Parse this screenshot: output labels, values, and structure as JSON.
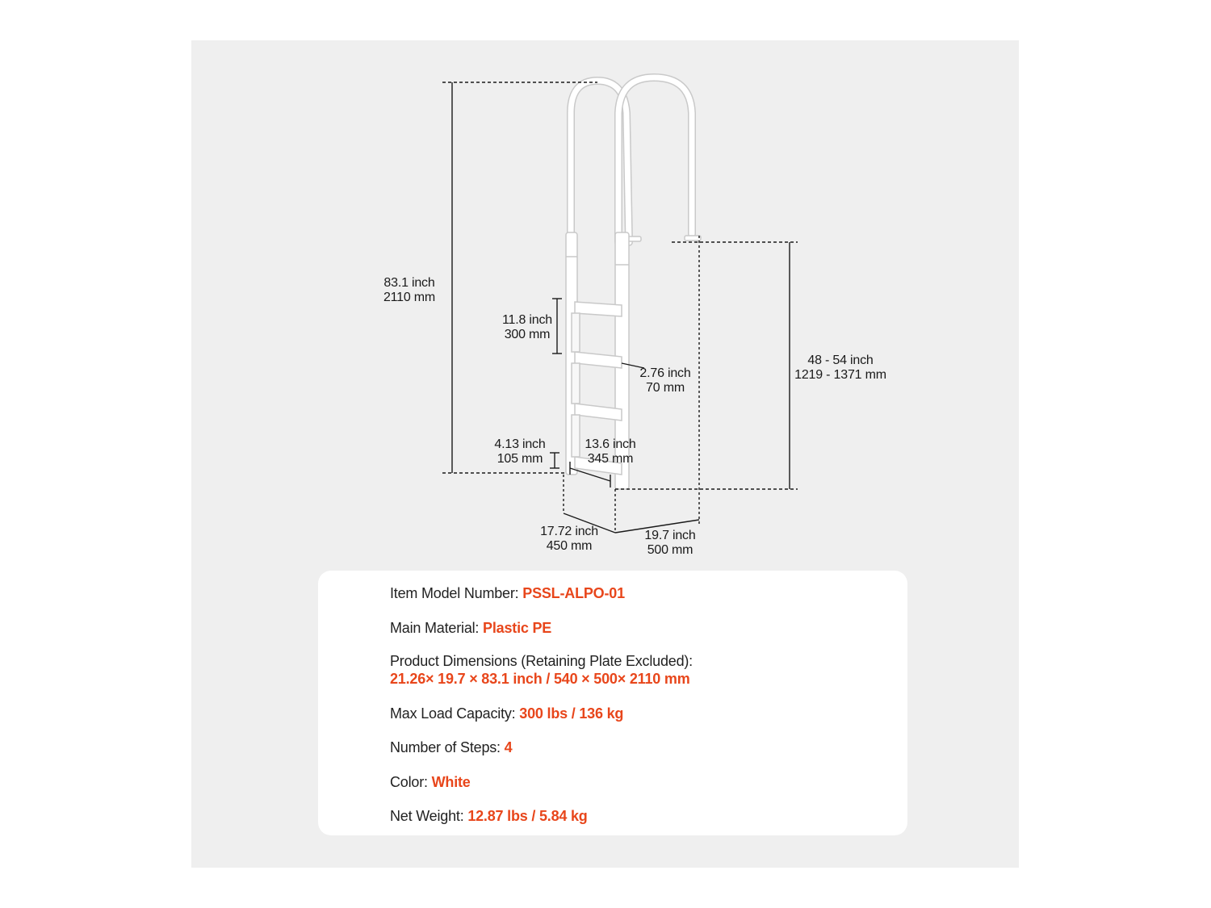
{
  "colors": {
    "background": "#efefef",
    "card": "#ffffff",
    "accent": "#e8461b",
    "text": "#222222",
    "dimension_line": "#1a1a1a",
    "ladder": "#ffffff"
  },
  "dimensions": {
    "total_height": {
      "imperial": "83.1 inch",
      "metric": "2110 mm"
    },
    "step_spacing": {
      "imperial": "11.8 inch",
      "metric": "300 mm"
    },
    "step_depth": {
      "imperial": "2.76 inch",
      "metric": "70 mm"
    },
    "bottom_gap": {
      "imperial": "4.13 inch",
      "metric": "105 mm"
    },
    "step_width": {
      "imperial": "13.6 inch",
      "metric": "345 mm"
    },
    "water_depth": {
      "imperial": "48 - 54 inch",
      "metric": "1219 - 1371 mm"
    },
    "base_width": {
      "imperial": "17.72 inch",
      "metric": "450 mm"
    },
    "base_depth": {
      "imperial": "19.7 inch",
      "metric": "500 mm"
    }
  },
  "specs": {
    "model": {
      "label": "Item Model Number: ",
      "value": "PSSL-ALPO-01"
    },
    "material": {
      "label": "Main Material: ",
      "value": "Plastic PE"
    },
    "dimensions": {
      "label": "Product Dimensions (Retaining Plate Excluded):",
      "value": "21.26× 19.7 × 83.1 inch / 540 × 500× 2110 mm"
    },
    "load": {
      "label": "Max Load Capacity: ",
      "value": "300 lbs / 136 kg"
    },
    "steps": {
      "label": "Number of Steps: ",
      "value": "4"
    },
    "color": {
      "label": "Color: ",
      "value": "White"
    },
    "weight": {
      "label": "Net Weight: ",
      "value": "12.87 lbs / 5.84 kg"
    }
  }
}
